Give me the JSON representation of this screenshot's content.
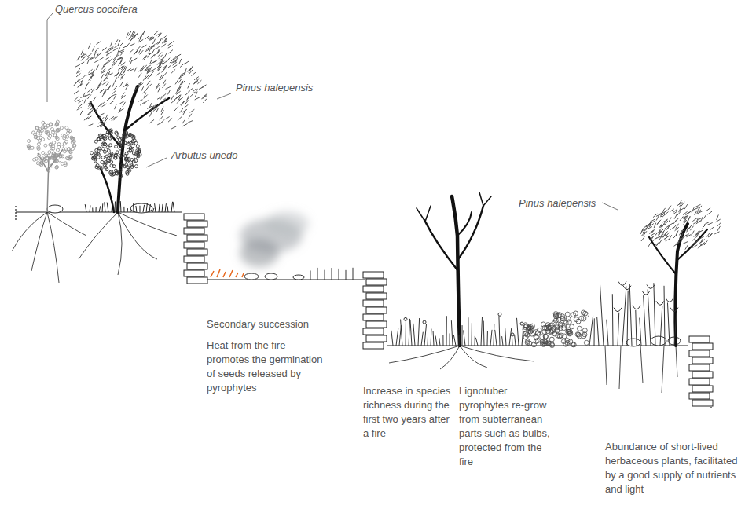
{
  "diagram": {
    "labels": [
      "Quercus coccifera",
      "Pinus halepensis",
      "Arbutus unedo",
      "Pinus halepensis",
      "Secondary succession",
      "Heat from the fire promotes the germination of seeds released by pyrophytes",
      "Increase in species richness during the first two years after a fire",
      "Lignotuber pyrophytes re-grow from subterranean parts such as bulbs, protected from the fire",
      "Abundance of short-lived herbaceous plants, facilitated by a good supply of nutrients and light"
    ]
  }
}
